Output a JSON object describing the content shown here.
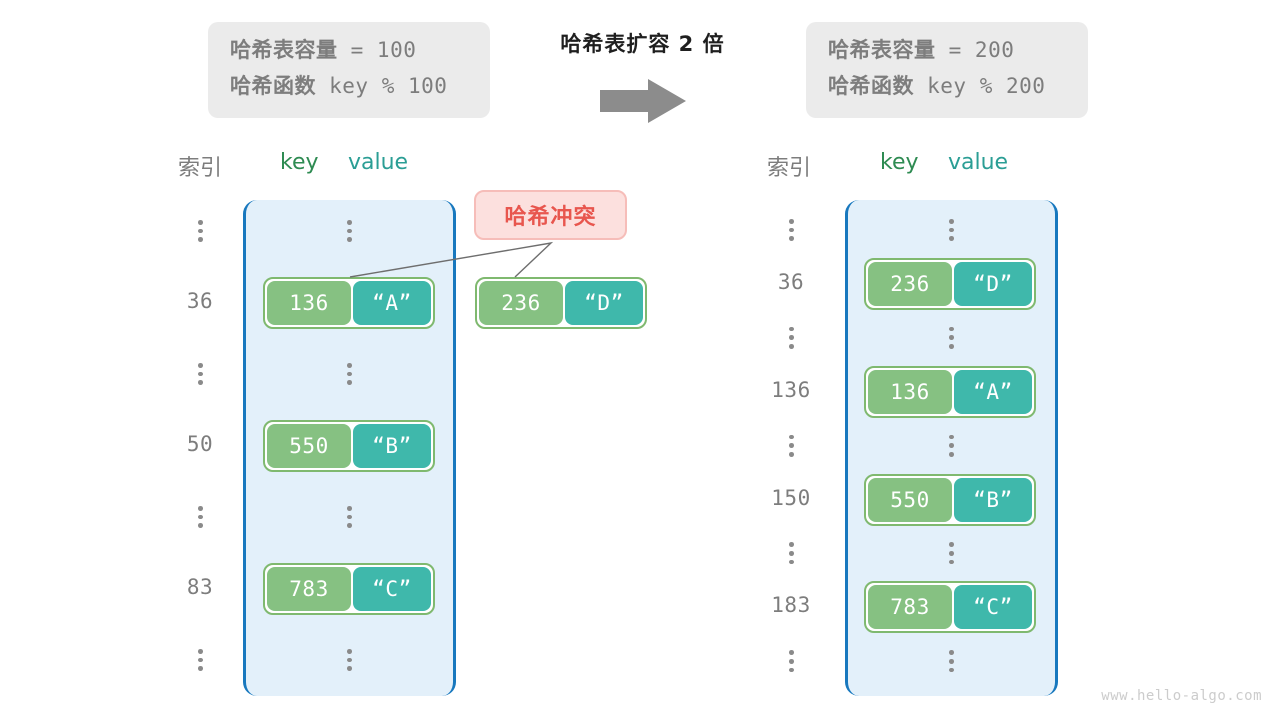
{
  "watermark": "www.hello-algo.com",
  "center": {
    "title": "哈希表扩容 2 倍",
    "arrow_icon": "arrow-right-icon"
  },
  "colors": {
    "key_cell": "#86c182",
    "value_cell": "#3fb8ab",
    "bucket_fill": "#e3f0fa",
    "bucket_border": "#1878be",
    "badge_bg": "#fce0de",
    "badge_border": "#f6bdb9",
    "badge_text": "#e8564e",
    "info_box_bg": "#ebebeb",
    "muted_text": "#7d7d7d"
  },
  "left_panel": {
    "info": {
      "capacity_label": "哈希表容量",
      "capacity_value": " = 100",
      "function_label": "哈希函数",
      "function_value": " key % 100"
    },
    "headers": {
      "index": "索引",
      "key": "key",
      "value": "value"
    },
    "rows": [
      {
        "index": "⋮",
        "type": "dots"
      },
      {
        "index": "36",
        "type": "pair",
        "key": "136",
        "value": "“A”"
      },
      {
        "index": "⋮",
        "type": "dots"
      },
      {
        "index": "50",
        "type": "pair",
        "key": "550",
        "value": "“B”"
      },
      {
        "index": "⋮",
        "type": "dots"
      },
      {
        "index": "83",
        "type": "pair",
        "key": "783",
        "value": "“C”"
      },
      {
        "index": "⋮",
        "type": "dots"
      }
    ]
  },
  "collision": {
    "badge_label": "哈希冲突",
    "pair": {
      "key": "236",
      "value": "“D”"
    }
  },
  "right_panel": {
    "info": {
      "capacity_label": "哈希表容量",
      "capacity_value": " = 200",
      "function_label": "哈希函数",
      "function_value": " key % 200"
    },
    "headers": {
      "index": "索引",
      "key": "key",
      "value": "value"
    },
    "rows": [
      {
        "index": "⋮",
        "type": "dots"
      },
      {
        "index": "36",
        "type": "pair",
        "key": "236",
        "value": "“D”"
      },
      {
        "index": "⋮",
        "type": "dots"
      },
      {
        "index": "136",
        "type": "pair",
        "key": "136",
        "value": "“A”"
      },
      {
        "index": "⋮",
        "type": "dots"
      },
      {
        "index": "150",
        "type": "pair",
        "key": "550",
        "value": "“B”"
      },
      {
        "index": "⋮",
        "type": "dots"
      },
      {
        "index": "183",
        "type": "pair",
        "key": "783",
        "value": "“C”"
      },
      {
        "index": "⋮",
        "type": "dots"
      }
    ]
  }
}
